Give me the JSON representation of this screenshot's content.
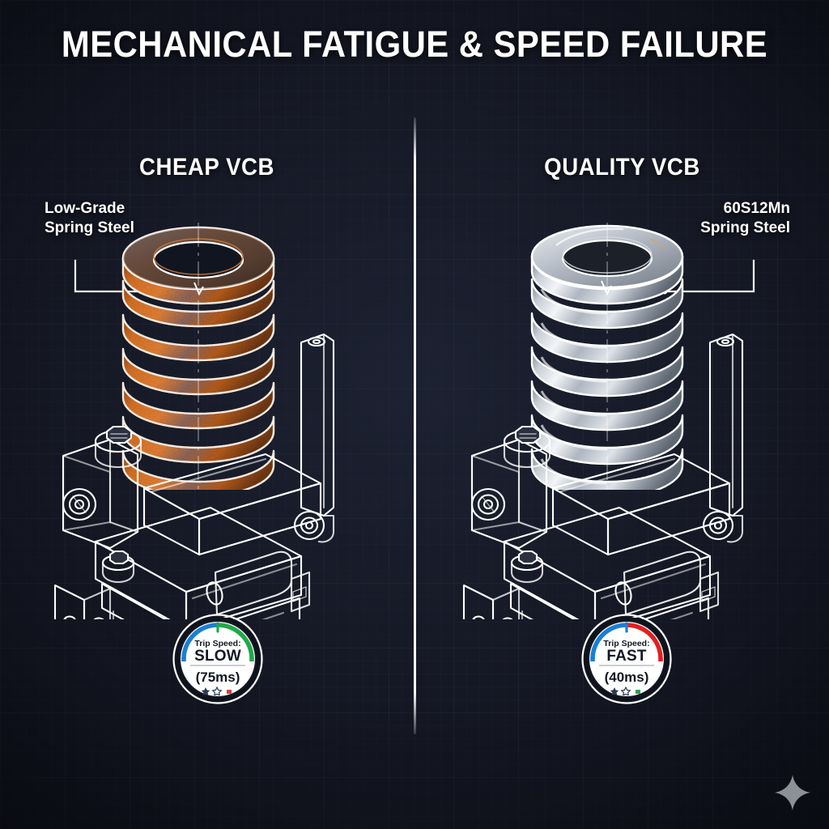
{
  "theme": {
    "background": "#151824",
    "grid_line": "rgba(130,150,190,0.055)",
    "text": "#ffffff",
    "divider": "#ffffff",
    "rust": "#c4651f",
    "rust_dark": "#7a3c14",
    "steel_light": "#e6e9ee",
    "steel_mid": "#b3bac4",
    "steel_dark": "#6e7783",
    "line_art": "#ffffff",
    "gauge_blue": "#1a7fd4",
    "gauge_green": "#22a84a",
    "gauge_red": "#e02020",
    "gauge_face": "#ffffff",
    "sparkle": "#a9adb4"
  },
  "header": {
    "title": "MECHANICAL FATIGUE & SPEED FAILURE"
  },
  "panels": [
    {
      "id": "cheap",
      "heading": "CHEAP VCB",
      "callout": {
        "line1": "Low-Grade",
        "line2": "Spring Steel",
        "align": "left"
      },
      "spring": {
        "condition": "rusted",
        "coil_count": 7,
        "material_note": "Low-Grade Spring Steel"
      },
      "gauge": {
        "label": "Trip Speed:",
        "value": "SLOW",
        "time": "(75ms)",
        "left_arc_color": "#1a7fd4",
        "right_arc_color": "#22a84a",
        "needle_color": "#22a84a",
        "stars": [
          "filled",
          "outline",
          "dot"
        ],
        "star_colors": [
          "#2b3b55",
          "#2b3b55",
          "#d94040"
        ]
      }
    },
    {
      "id": "quality",
      "heading": "QUALITY VCB",
      "callout": {
        "line1": "60S12Mn",
        "line2": "Spring Steel",
        "align": "right"
      },
      "spring": {
        "condition": "polished",
        "coil_count": 7,
        "material_note": "60S12Mn Spring Steel"
      },
      "gauge": {
        "label": "Trip Speed:",
        "value": "FAST",
        "time": "(40ms)",
        "left_arc_color": "#1a7fd4",
        "right_arc_color": "#e02020",
        "needle_color": "#1a7fd4",
        "stars": [
          "filled",
          "outline",
          "dot"
        ],
        "star_colors": [
          "#2b3b55",
          "#2b3b55",
          "#2f9e54"
        ]
      }
    }
  ],
  "watermark": {
    "icon": "sparkle-icon"
  }
}
